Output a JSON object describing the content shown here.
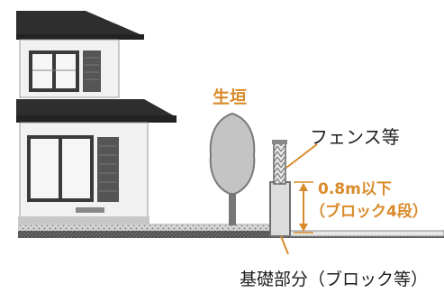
{
  "labels": {
    "hedge": "生垣",
    "fence": "フェンス等",
    "height": "0.8m以下",
    "blocks": "（ブロック4段）",
    "foundation": "基礎部分（ブロック等）"
  },
  "colors": {
    "accent": "#d98b2b",
    "text": "#1e1e1e",
    "house_dark": "#3c3c3c",
    "roof": "#2d2d2d",
    "wall": "#f0f0f0",
    "ground": "#555555",
    "tree": "#bfbfbf"
  }
}
